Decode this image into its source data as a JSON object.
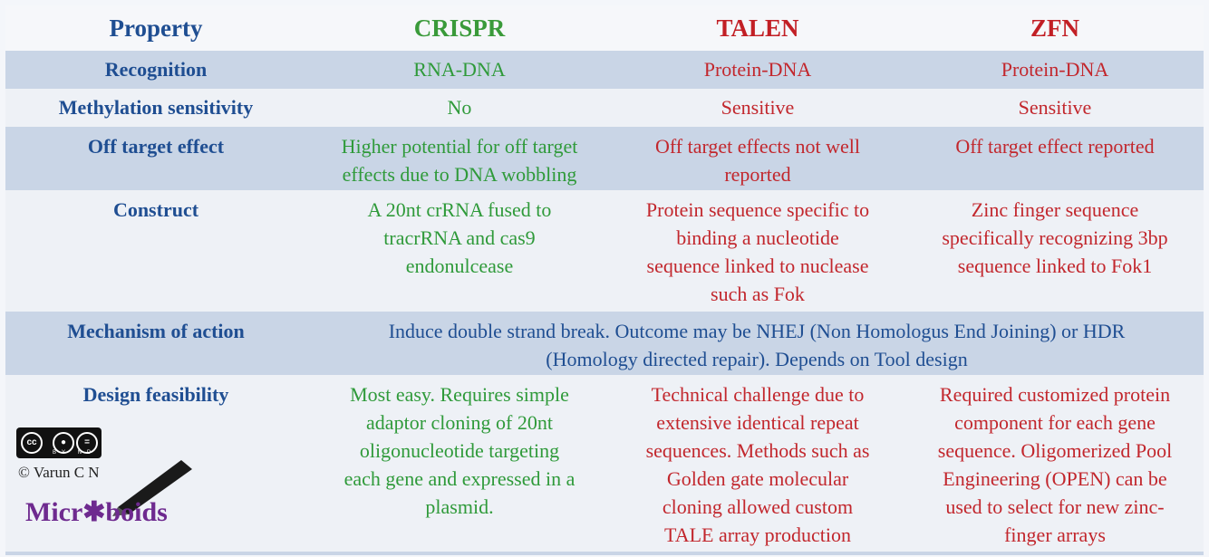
{
  "header": {
    "property": "Property",
    "crispr": "CRISPR",
    "talen": "TALEN",
    "zfn": "ZFN"
  },
  "rows": {
    "recognition": {
      "label": "Recognition",
      "crispr": "RNA-DNA",
      "talen": "Protein-DNA",
      "zfn": "Protein-DNA"
    },
    "methylation": {
      "label": "Methylation sensitivity",
      "crispr": "No",
      "talen": "Sensitive",
      "zfn": "Sensitive"
    },
    "offtarget": {
      "label": "Off target effect",
      "crispr": [
        "Higher potential for off target",
        "effects due to DNA wobbling"
      ],
      "talen": [
        "Off target effects not well",
        "reported"
      ],
      "zfn": [
        "Off target effect reported"
      ]
    },
    "construct": {
      "label": "Construct",
      "crispr": [
        "A 20nt crRNA fused to",
        "tracrRNA and cas9",
        "endonulcease"
      ],
      "talen": [
        "Protein sequence specific to",
        "binding a nucleotide",
        "sequence linked to nuclease",
        "such as Fok"
      ],
      "zfn": [
        "Zinc finger sequence",
        "specifically recognizing 3bp",
        "sequence linked to Fok1"
      ]
    },
    "mechanism": {
      "label": "Mechanism of action",
      "text": [
        "Induce double strand break. Outcome may be NHEJ (Non Homologus End Joining) or HDR",
        "(Homology directed repair). Depends on Tool design"
      ]
    },
    "design": {
      "label": "Design feasibility",
      "crispr": [
        "Most easy. Requires simple",
        "adaptor cloning of 20nt",
        "oligonucleotide targeting",
        "each gene and expressed in a",
        "plasmid."
      ],
      "talen": [
        "Technical challenge due to",
        "extensive identical repeat",
        "sequences. Methods such as",
        "Golden gate molecular",
        "cloning allowed custom",
        "TALE array production"
      ],
      "zfn": [
        "Required customized protein",
        "component for each gene",
        "sequence. Oligomerized Pool",
        "Engineering (OPEN) can be",
        "used to select for new zinc-",
        "finger arrays"
      ]
    }
  },
  "logo": {
    "cc": "cc",
    "by_nd": "BY ND",
    "author": "© Varun C N",
    "brand": "Micr✱boids"
  },
  "colors": {
    "blue": "#1f4e92",
    "green": "#2f9a3a",
    "red": "#c2272d",
    "band": "#c9d5e6",
    "brand": "#6e2a8f"
  }
}
